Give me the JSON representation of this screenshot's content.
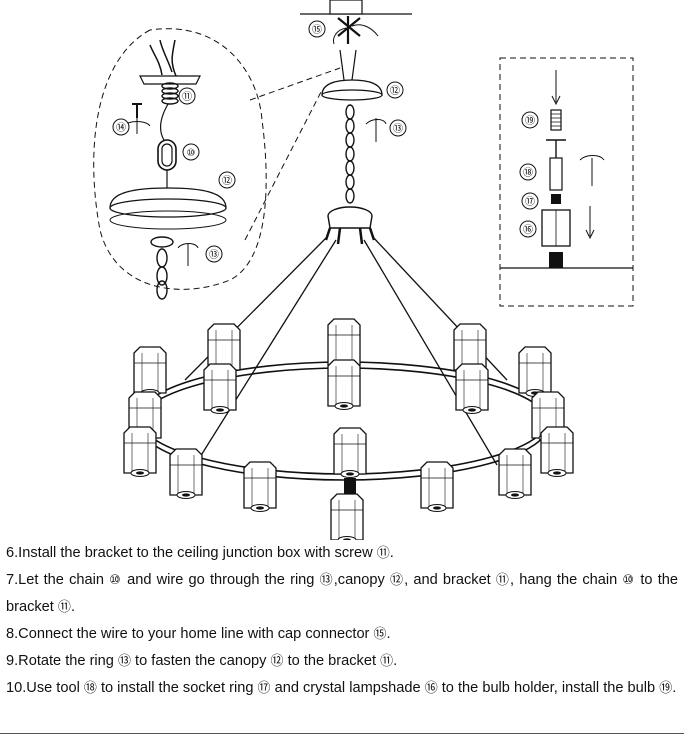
{
  "callouts": {
    "bracket": "⑪",
    "chain": "⑩",
    "canopy": "⑫",
    "ring": "⑬",
    "screw": "⑭",
    "cap_connector": "⑮",
    "lampshade": "⑯",
    "socket_ring": "⑰",
    "tool": "⑱",
    "bulb": "⑲"
  },
  "instructions": [
    {
      "parts": [
        "6.Install the bracket to the ceiling junction box with screw ",
        "⑪",
        "."
      ]
    },
    {
      "parts": [
        "7.Let the chain ",
        "⑩",
        " and wire go through the ring ",
        "⑬",
        ",canopy ",
        "⑫",
        ", and bracket ",
        "⑪",
        ", hang the chain ",
        "⑩",
        " to the bracket ",
        "⑪",
        "."
      ]
    },
    {
      "parts": [
        "8.Connect the wire to your home line with cap connector ",
        "⑮",
        "."
      ]
    },
    {
      "parts": [
        "9.Rotate the ring ",
        "⑬",
        " to fasten the canopy ",
        "⑫",
        " to the bracket ",
        "⑪",
        "."
      ]
    },
    {
      "parts": [
        "10.Use tool ",
        "⑱",
        " to install the socket ring ",
        "⑰",
        " and crystal lampshade ",
        "⑯",
        " to the bulb holder, install the bulb ",
        "⑲",
        "."
      ]
    }
  ]
}
